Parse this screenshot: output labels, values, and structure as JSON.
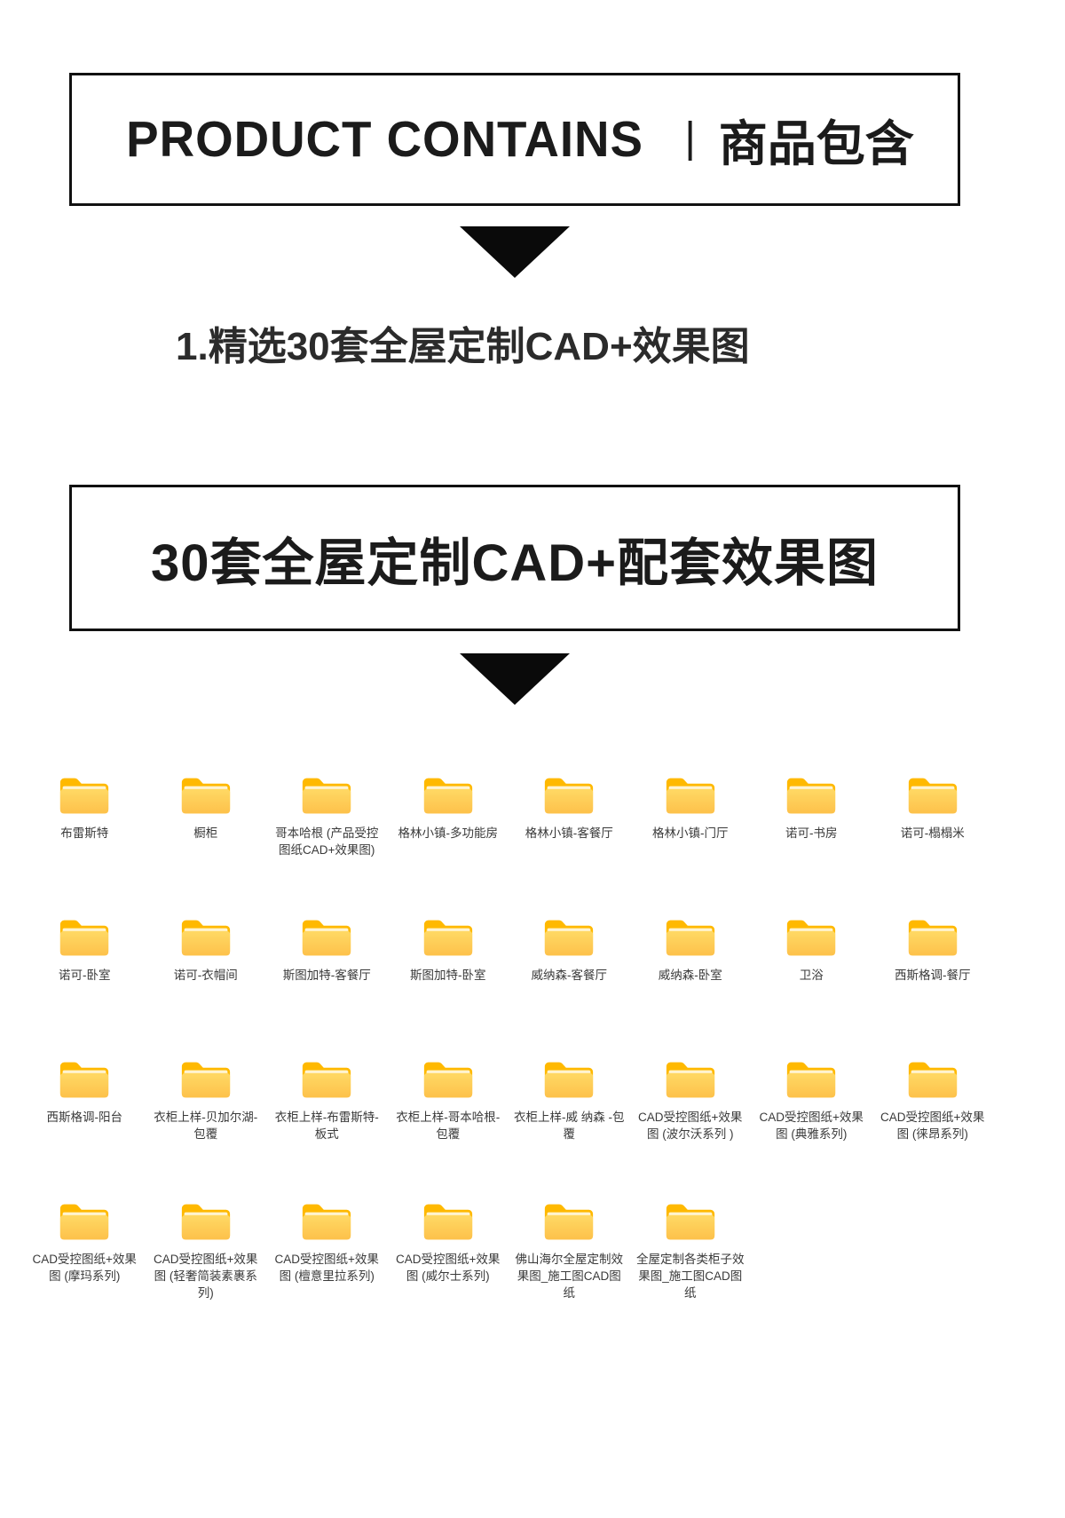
{
  "header_box": {
    "title_en": "PRODUCT CONTAINS",
    "divider": "|",
    "title_zh": "商品包含"
  },
  "section1": {
    "label": "1.精选30套全屋定制CAD+效果图"
  },
  "section2_box": {
    "title": "30套全屋定制CAD+配套效果图"
  },
  "colors": {
    "box_border": "#111111",
    "triangle": "#0a0a0a",
    "folder_flap": "#ffb900",
    "folder_paper": "#fff3cf",
    "folder_body_top": "#ffd965",
    "folder_body_bottom": "#fdc14a",
    "label_text": "#3a3a3a"
  },
  "icons": {
    "down_triangle": "down-triangle-icon",
    "folder": "folder-icon"
  },
  "folders": [
    "布雷斯特",
    "橱柜",
    "哥本哈根 (产品受控图纸CAD+效果图)",
    "格林小镇-多功能房",
    "格林小镇-客餐厅",
    "格林小镇-门厅",
    "诺可-书房",
    "诺可-榻榻米",
    "诺可-卧室",
    "诺可-衣帽间",
    "斯图加特-客餐厅",
    "斯图加特-卧室",
    "威纳森-客餐厅",
    "威纳森-卧室",
    "卫浴",
    "西斯格调-餐厅",
    "西斯格调-阳台",
    "衣柜上样-贝加尔湖-包覆",
    "衣柜上样-布雷斯特-板式",
    "衣柜上样-哥本哈根-包覆",
    "衣柜上样-威 纳森 -包覆",
    "CAD受控图纸+效果图 (波尔沃系列 )",
    "CAD受控图纸+效果图 (典雅系列)",
    "CAD受控图纸+效果图 (徕昂系列)",
    "CAD受控图纸+效果图 (摩玛系列)",
    "CAD受控图纸+效果图 (轻奢简装素裹系列)",
    "CAD受控图纸+效果图 (檀意里拉系列)",
    "CAD受控图纸+效果图 (威尔士系列)",
    "佛山海尔全屋定制效果图_施工图CAD图纸",
    "全屋定制各类柜子效果图_施工图CAD图纸"
  ]
}
